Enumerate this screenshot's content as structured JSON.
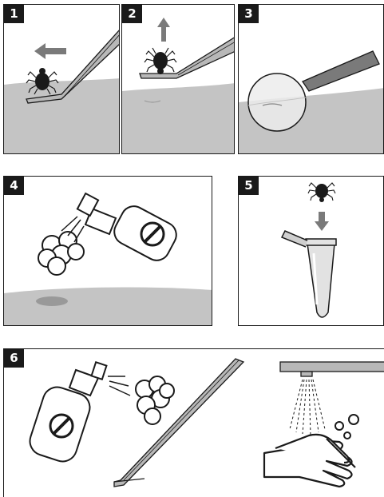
{
  "steps": [
    {
      "number": "1"
    },
    {
      "number": "2"
    },
    {
      "number": "3"
    },
    {
      "number": "4"
    },
    {
      "number": "5"
    },
    {
      "number": "6"
    }
  ],
  "colors": {
    "skin": "#c4c4c4",
    "skin_dark": "#b0b0b0",
    "tool": "#b8b8b8",
    "outline": "#1a1a1a",
    "badge_bg": "#1a1a1a",
    "badge_text": "#ffffff",
    "handle": "#7a7a7a"
  },
  "icons": [
    "tick-icon",
    "tweezers-icon",
    "arrow-left-icon",
    "arrow-up-icon",
    "magnifier-icon",
    "spray-bottle-icon",
    "spray-cloud-icon",
    "vial-icon",
    "arrow-down-icon",
    "faucet-icon",
    "water-spray-icon",
    "washing-hands-icon",
    "soap-bubbles-icon"
  ]
}
